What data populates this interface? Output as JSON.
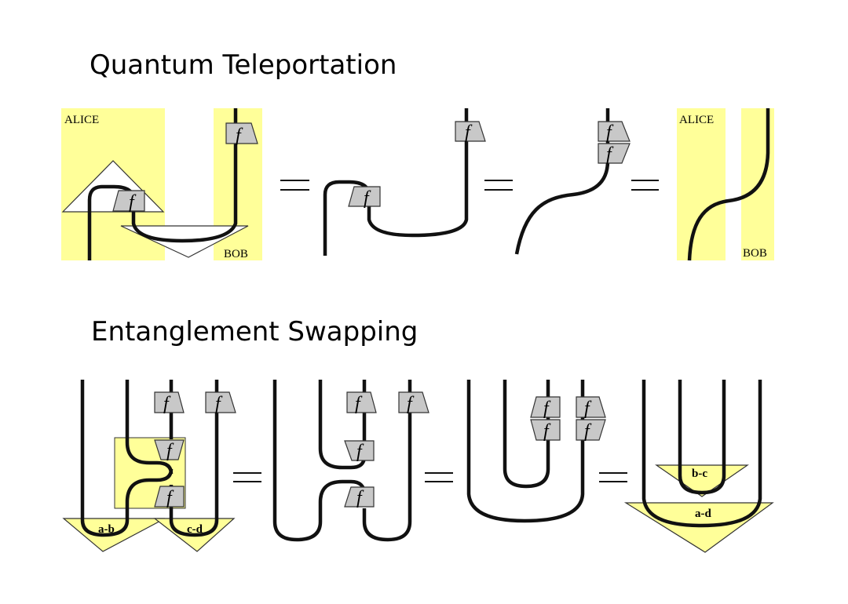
{
  "titles": {
    "teleportation": "Quantum Teleportation",
    "swapping": "Entanglement Swapping"
  },
  "labels": {
    "alice": "ALICE",
    "bob": "BOB",
    "ab": "a-b",
    "cd": "c-d",
    "bc": "b-c",
    "ad": "a-d"
  },
  "box_label": "f",
  "equals": "=",
  "colors": {
    "highlight": "#ffff99",
    "box": "#c8c8c8",
    "wire": "#111111"
  }
}
